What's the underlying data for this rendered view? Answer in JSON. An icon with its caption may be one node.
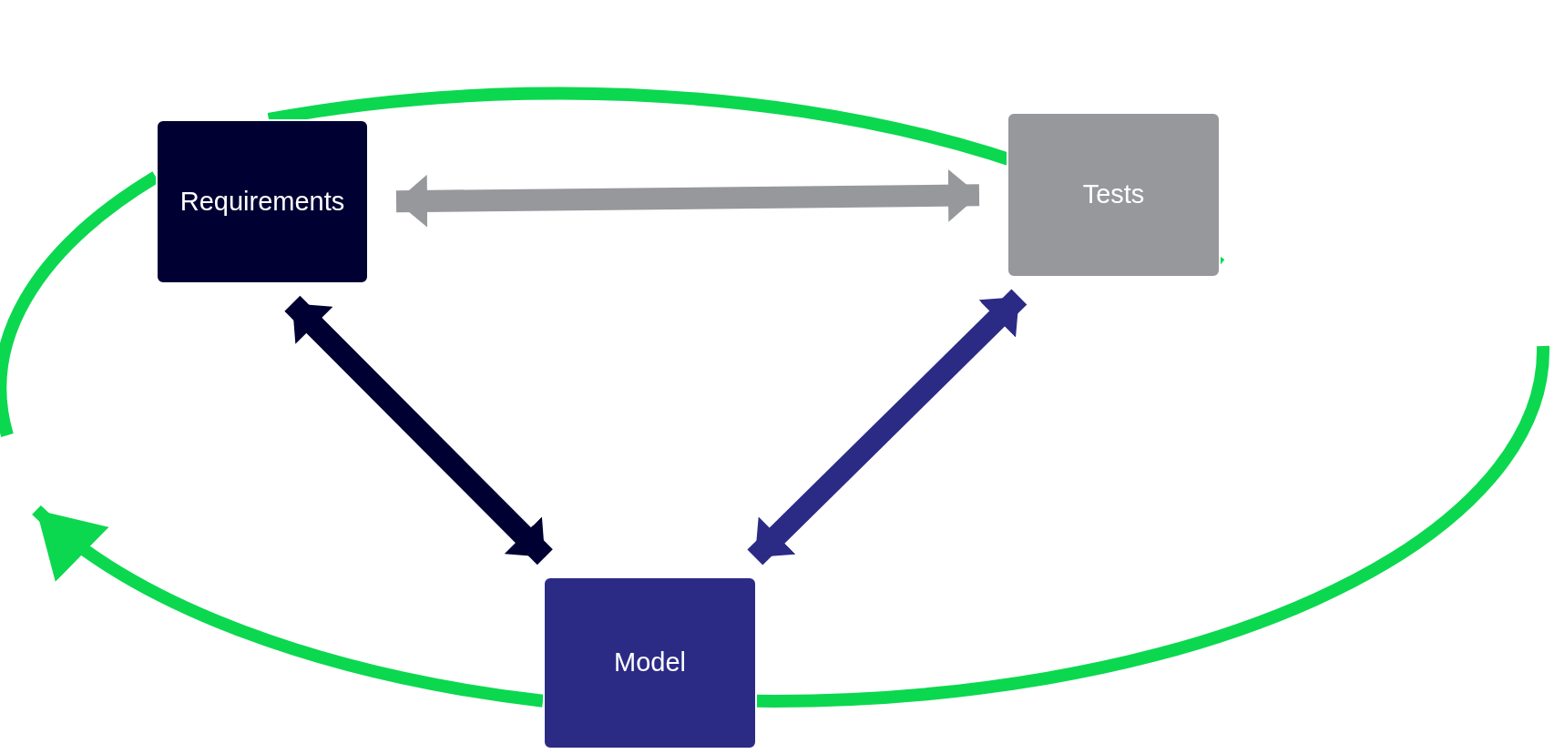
{
  "diagram": {
    "nodes": [
      {
        "text": [
          "Requirements"
        ]
      },
      {
        "text": [
          "Tests"
        ]
      },
      {
        "text": [
          "Model"
        ]
      }
    ],
    "edges": [
      {
        "from": 0,
        "to": 1,
        "arrow": "both",
        "color": "#97989c"
      },
      {
        "from": 0,
        "to": 2,
        "arrow": "both",
        "color": "#000033"
      },
      {
        "from": 1,
        "to": 2,
        "arrow": "both",
        "color": "#2b2b86"
      },
      {
        "from": 0,
        "to": 1,
        "arrow": "to",
        "color": "#0bd84f"
      },
      {
        "from": null,
        "to": 2,
        "arrow": "none",
        "color": "#0bd84f"
      },
      {
        "from": 2,
        "to": null,
        "arrow": "to",
        "color": "#0bd84f"
      },
      {
        "from": null,
        "to": 0,
        "arrow": "none",
        "color": "#0bd84f"
      }
    ]
  }
}
